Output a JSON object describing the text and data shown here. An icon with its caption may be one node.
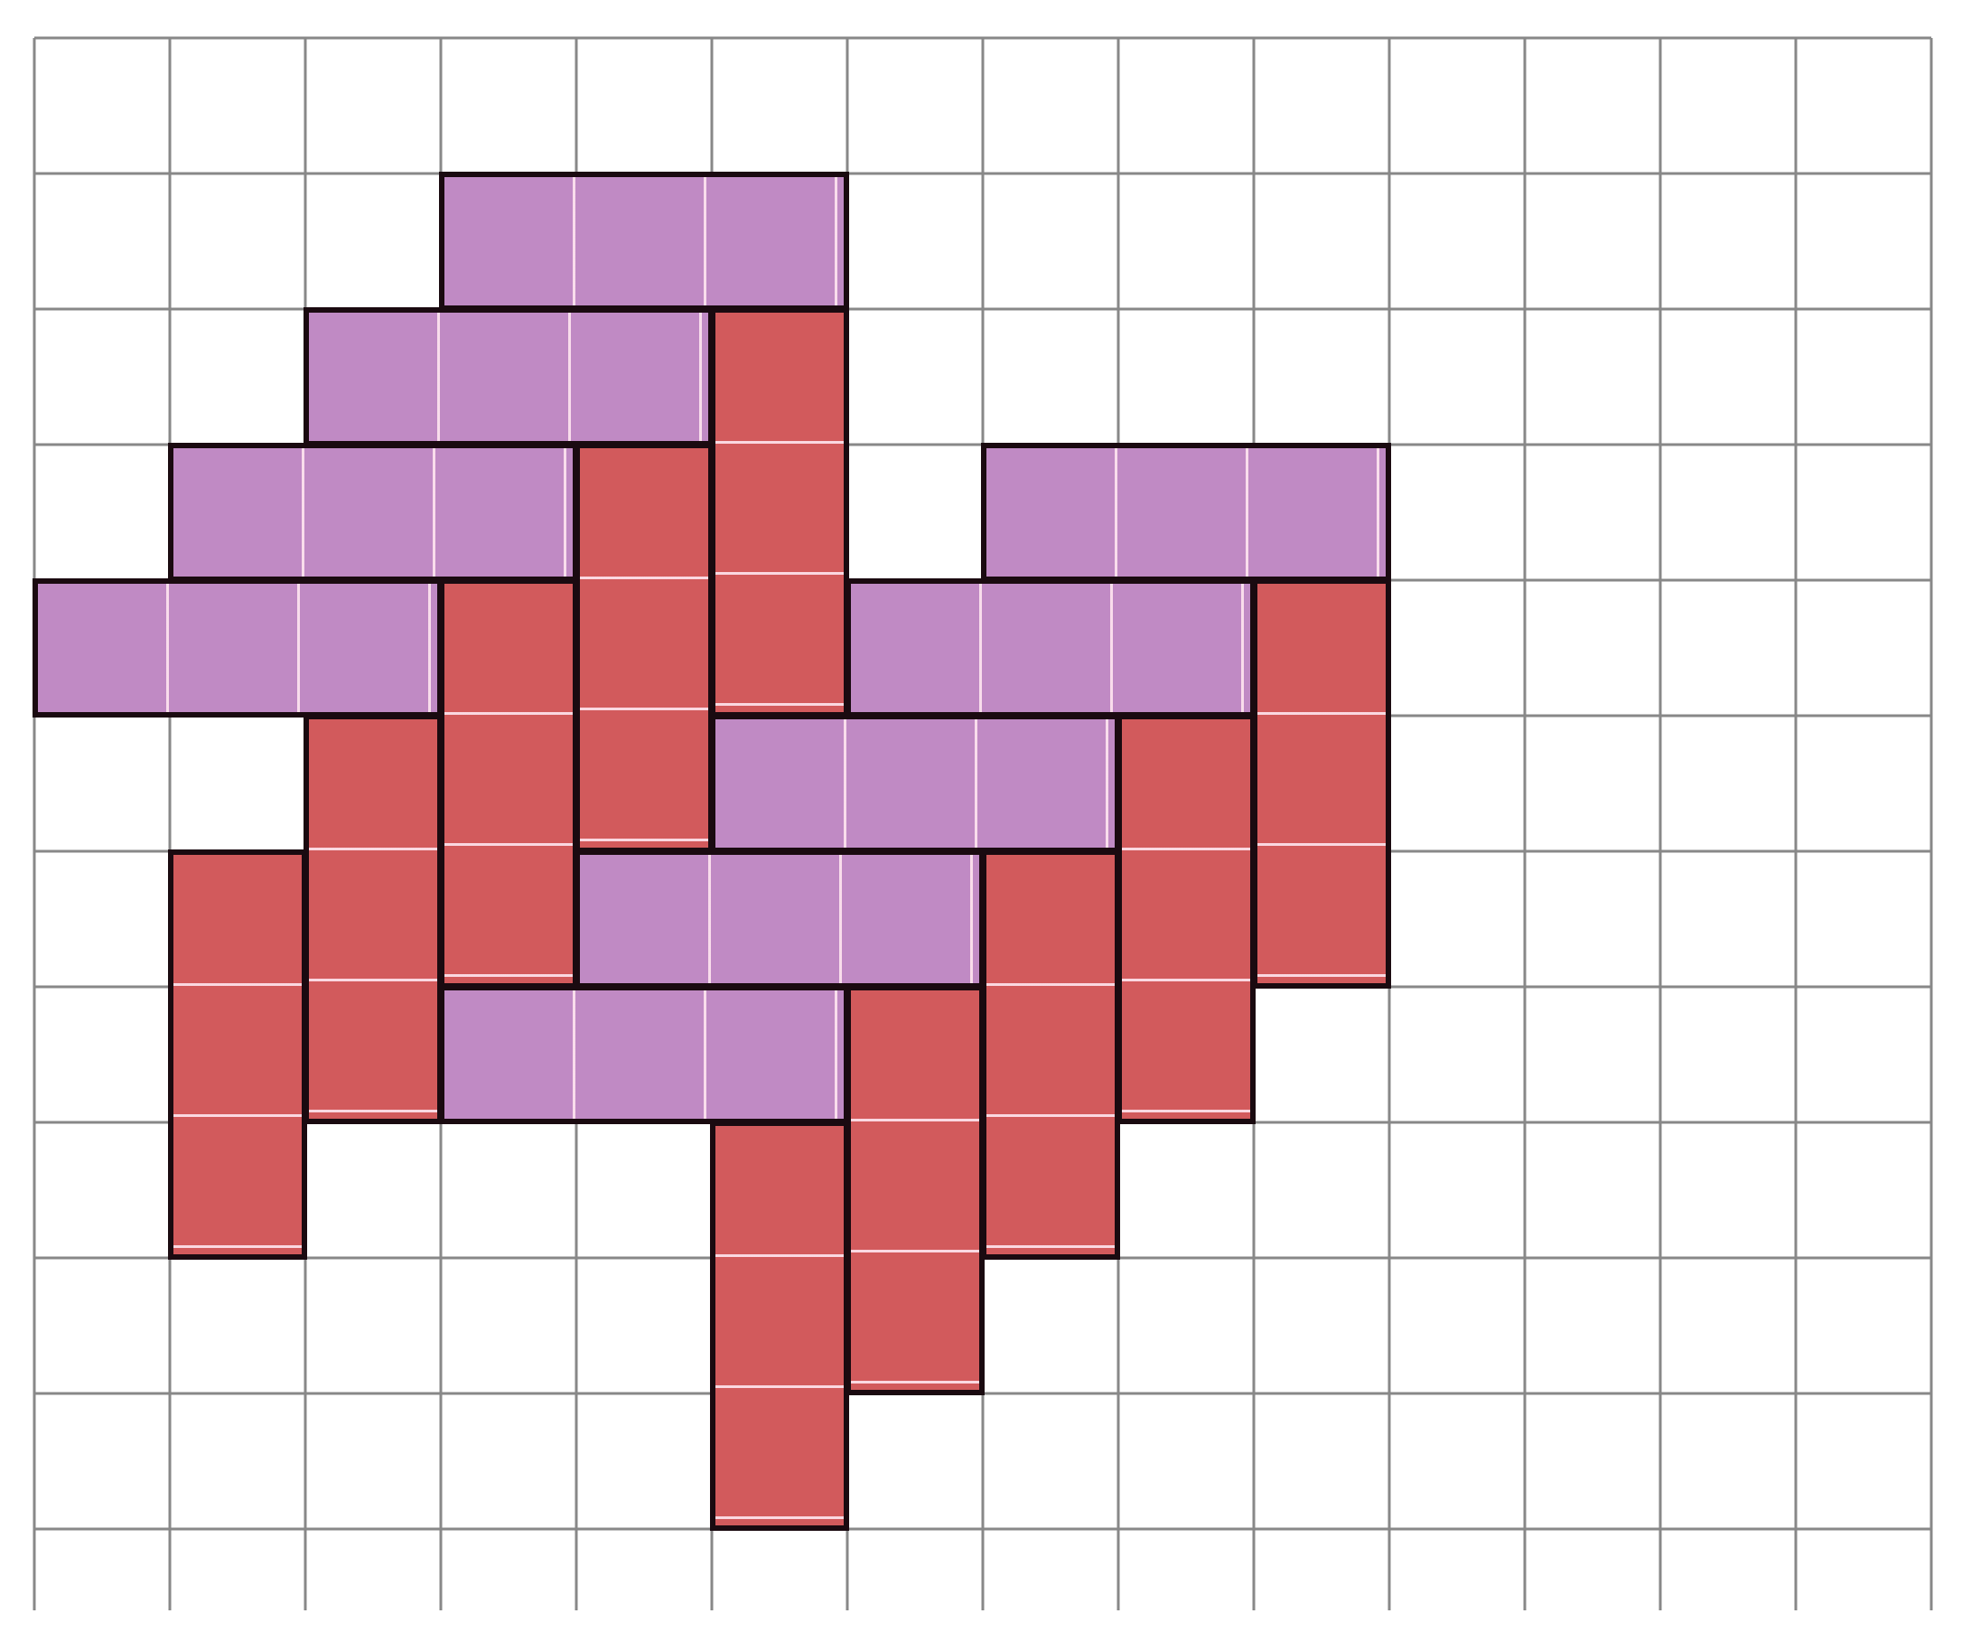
{
  "diagram": {
    "nodes": [
      {
        "text": [],
        "shape": "bar"
      },
      {
        "text": [],
        "shape": "bar"
      },
      {
        "text": [],
        "shape": "bar"
      },
      {
        "text": [],
        "shape": "bar"
      },
      {
        "text": [],
        "shape": "bar"
      },
      {
        "text": [],
        "shape": "bar"
      },
      {
        "text": [],
        "shape": "bar"
      },
      {
        "text": [],
        "shape": "bar"
      },
      {
        "text": [],
        "shape": "bar"
      },
      {
        "text": [],
        "shape": "bar"
      },
      {
        "text": [],
        "shape": "bar"
      },
      {
        "text": [],
        "shape": "bar"
      },
      {
        "text": [],
        "shape": "bar"
      },
      {
        "text": [],
        "shape": "bar"
      },
      {
        "text": [],
        "shape": "bar"
      },
      {
        "text": [],
        "shape": "bar"
      },
      {
        "text": [],
        "shape": "bar"
      },
      {
        "text": [],
        "shape": "bar"
      },
      {
        "text": [],
        "shape": "bar"
      }
    ]
  }
}
